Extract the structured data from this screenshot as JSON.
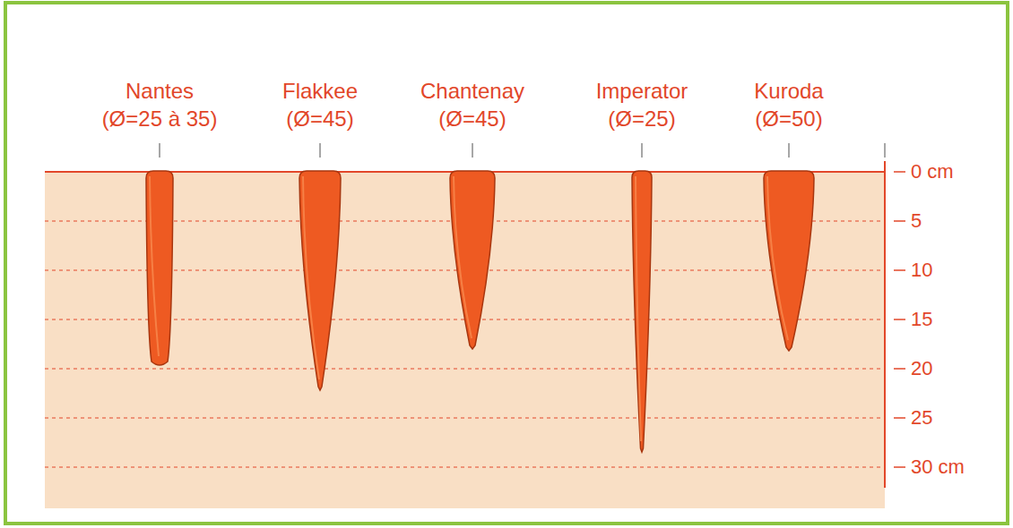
{
  "diagram": {
    "labels": [
      "Nantes",
      "(Ø=25 à 35)",
      "Flakkee",
      "(Ø=45)",
      "Chantenay",
      "(Ø=45)",
      "Imperator",
      "(Ø=25)",
      "Kuroda",
      "(Ø=50)",
      "0 cm",
      "5",
      "10",
      "15",
      "20",
      "25",
      "30 cm"
    ]
  }
}
